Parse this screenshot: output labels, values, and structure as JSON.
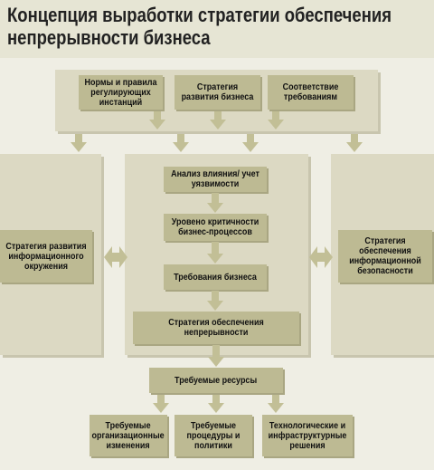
{
  "title_line1": "Концепция выработки стратегии обеспечения",
  "title_line2": "непрерывности бизнеса",
  "top_boxes": [
    "Нормы и правила регулирующих инстанций",
    "Стратегия развития бизнеса",
    "Соответствие требованиям"
  ],
  "left_box": "Стратегия развития информационного окружения",
  "right_box": "Стратегия обеспечения информационной безопасности",
  "center_steps": [
    "Анализ влияния/ учет уязвимости",
    "Уровено критичности бизнес-процессов",
    "Требования бизнеса",
    "Стратегия обеспечения непрерывности"
  ],
  "resources_box": "Требуемые ресурсы",
  "bottom_boxes": [
    "Требуемые организационные изменения",
    "Требуемые процедуры и политики",
    "Технологические и инфраструктурные решения"
  ],
  "colors": {
    "background": "#efeee4",
    "panel": "#dcd9c3",
    "box": "#bdba93",
    "arrow": "#c2bf96"
  }
}
